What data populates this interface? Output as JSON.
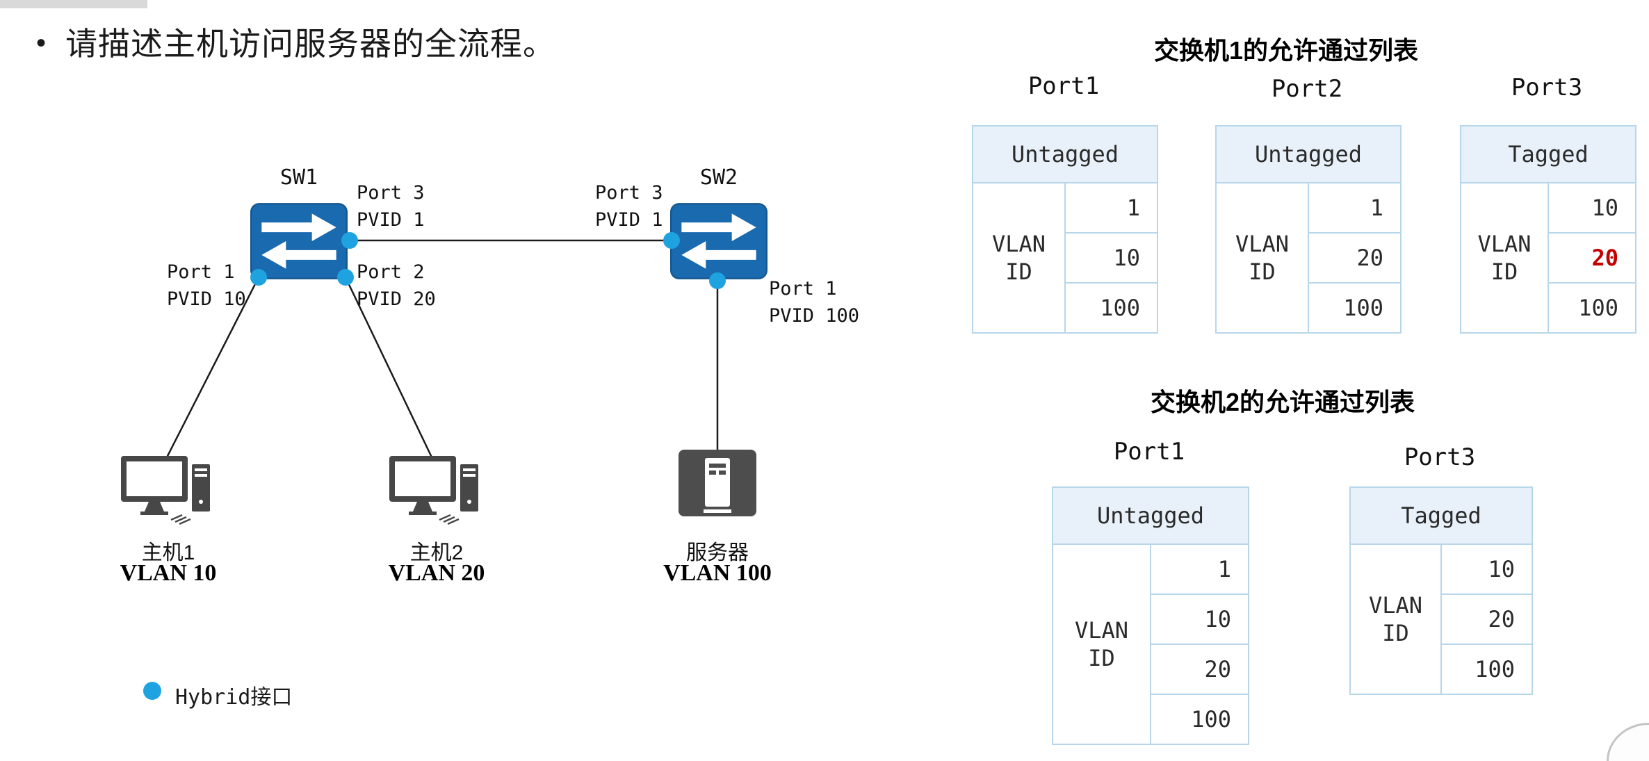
{
  "page": {
    "bullet_glyph": "•",
    "question": "请描述主机访问服务器的全流程。"
  },
  "topology": {
    "sw1": {
      "label": "SW1",
      "port3": "Port 3\nPVID 1",
      "port1": "Port 1\nPVID 10",
      "port2": "Port 2\nPVID 20"
    },
    "sw2": {
      "label": "SW2",
      "port3": "Port 3\nPVID 1",
      "port1": "Port 1\nPVID 100"
    },
    "host1": {
      "name": "主机1",
      "vlan": "VLAN 10"
    },
    "host2": {
      "name": "主机2",
      "vlan": "VLAN 20"
    },
    "server": {
      "name": "服务器",
      "vlan": "VLAN 100"
    },
    "legend": {
      "label": "Hybrid接口"
    }
  },
  "tables": {
    "vlan_id_label": "VLAN\nID",
    "switch1": {
      "title": "交换机1的允许通过列表",
      "ports": [
        {
          "name": "Port1",
          "mode": "Untagged",
          "vlans": [
            "1",
            "10",
            "100"
          ]
        },
        {
          "name": "Port2",
          "mode": "Untagged",
          "vlans": [
            "1",
            "20",
            "100"
          ]
        },
        {
          "name": "Port3",
          "mode": "Tagged",
          "vlans": [
            "10",
            "20",
            "100"
          ],
          "highlighted_vlan": "20"
        }
      ]
    },
    "switch2": {
      "title": "交换机2的允许通过列表",
      "ports": [
        {
          "name": "Port1",
          "mode": "Untagged",
          "vlans": [
            "1",
            "10",
            "20",
            "100"
          ]
        },
        {
          "name": "Port3",
          "mode": "Tagged",
          "vlans": [
            "10",
            "20",
            "100"
          ]
        }
      ]
    }
  },
  "colors": {
    "accent_blue": "#1fa3e0",
    "switch_blue": "#1a6ab0",
    "device_gray": "#474747",
    "table_line": "#b8d6ea",
    "table_header_bg": "#e8f1f9",
    "highlight": "#c40000"
  }
}
